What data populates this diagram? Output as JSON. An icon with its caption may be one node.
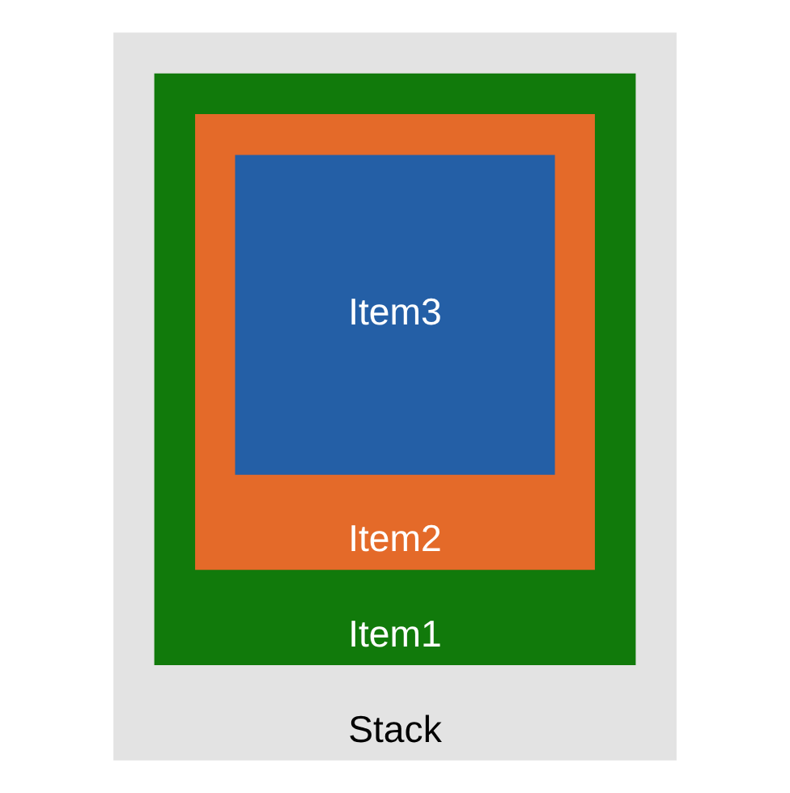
{
  "diagram": {
    "nodes": [
      {
        "text": [
          "Stack"
        ]
      },
      {
        "text": [
          "Item1"
        ],
        "in": 0
      },
      {
        "text": [
          "Item2"
        ],
        "in": 1
      },
      {
        "text": [
          "Item3"
        ],
        "in": 2
      }
    ],
    "edges": []
  }
}
